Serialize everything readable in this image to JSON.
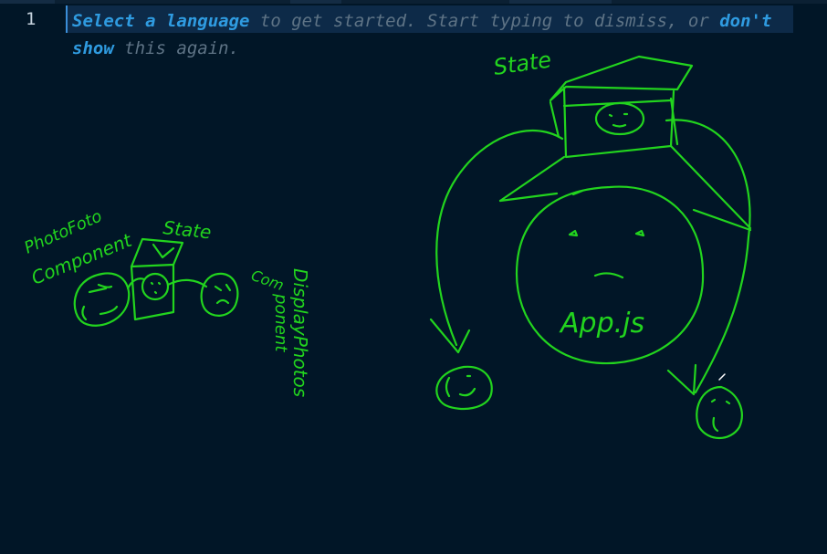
{
  "editor": {
    "line_number": "1",
    "hint": {
      "select_language": "Select a language",
      "text_middle": " to get started. Start typing to dismiss, or ",
      "dont_show": "don't show",
      "text_end": " this again."
    }
  },
  "drawing": {
    "stroke_color": "#22d41e",
    "labels": {
      "state_top": "State",
      "appjs": "App.js",
      "photo_component": "PhotoFoto",
      "component": "Component",
      "state_small": "State",
      "comp": "Com",
      "ponent": "ponent",
      "display_photos": "DisplayPhotos"
    }
  }
}
